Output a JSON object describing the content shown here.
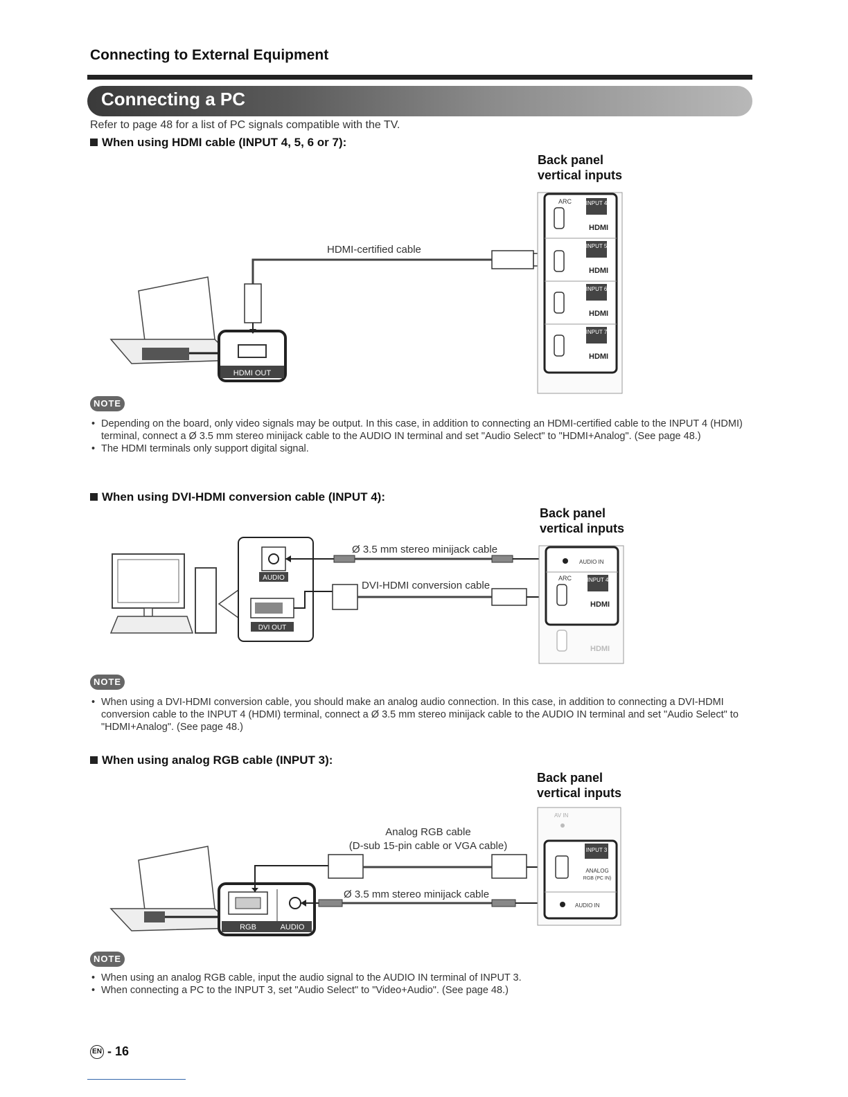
{
  "header": {
    "section": "Connecting to External Equipment",
    "title": "Connecting a PC",
    "intro": "Refer to page 48 for a list of PC signals compatible with the TV."
  },
  "hdmi_section": {
    "heading": "When using HDMI cable (INPUT 4, 5, 6 or 7):",
    "back_panel": [
      "Back panel",
      "vertical inputs"
    ],
    "cable_label": "HDMI-certified cable",
    "pc_port": "HDMI OUT",
    "arc_label": "ARC",
    "inputs": [
      "INPUT 4",
      "INPUT 5",
      "INPUT 6",
      "INPUT 7"
    ],
    "hdmi_logo": "HDMI",
    "note_badge": "NOTE",
    "notes": [
      "Depending on the board, only video signals may be output. In this case, in addition to connecting an HDMI-certified cable to the INPUT 4 (HDMI) terminal, connect a Ø 3.5 mm stereo minijack cable to the AUDIO IN terminal and set \"Audio Select\" to \"HDMI+Analog\". (See page 48.)",
      "The HDMI terminals only support digital signal."
    ]
  },
  "dvi_section": {
    "heading": "When using DVI-HDMI conversion cable (INPUT 4):",
    "back_panel": [
      "Back panel",
      "vertical inputs"
    ],
    "audio_cable_label": "Ø 3.5 mm stereo minijack cable",
    "dvi_cable_label": "DVI-HDMI conversion cable",
    "pc_audio_port": "AUDIO",
    "pc_dvi_port": "DVI OUT",
    "audio_in": "AUDIO IN",
    "arc_label": "ARC",
    "input": "INPUT 4",
    "hdmi_logo": "HDMI",
    "note_badge": "NOTE",
    "notes": [
      "When using a DVI-HDMI conversion cable, you should make an analog audio connection. In this case, in addition to connecting a DVI-HDMI conversion cable to the INPUT 4 (HDMI) terminal, connect a Ø 3.5 mm stereo minijack cable to the AUDIO IN terminal and set \"Audio Select\" to \"HDMI+Analog\". (See page 48.)"
    ]
  },
  "rgb_section": {
    "heading": "When using analog RGB cable (INPUT 3):",
    "back_panel": [
      "Back panel",
      "vertical inputs"
    ],
    "rgb_cable_label": [
      "Analog RGB cable",
      "(D-sub 15-pin cable or VGA cable)"
    ],
    "audio_cable_label": "Ø 3.5 mm stereo minijack cable",
    "pc_rgb_port": "RGB",
    "pc_audio_port": "AUDIO",
    "av_in": "AV IN",
    "input": "INPUT 3",
    "analog_label": [
      "ANALOG",
      "RGB (PC IN)"
    ],
    "audio_in": "AUDIO IN",
    "note_badge": "NOTE",
    "notes": [
      "When using an analog RGB cable, input the audio signal to the AUDIO IN terminal of INPUT 3.",
      "When connecting a PC to the INPUT 3, set \"Audio Select\" to \"Video+Audio\". (See page 48.)"
    ]
  },
  "footer": {
    "lang": "EN",
    "page": "16"
  }
}
